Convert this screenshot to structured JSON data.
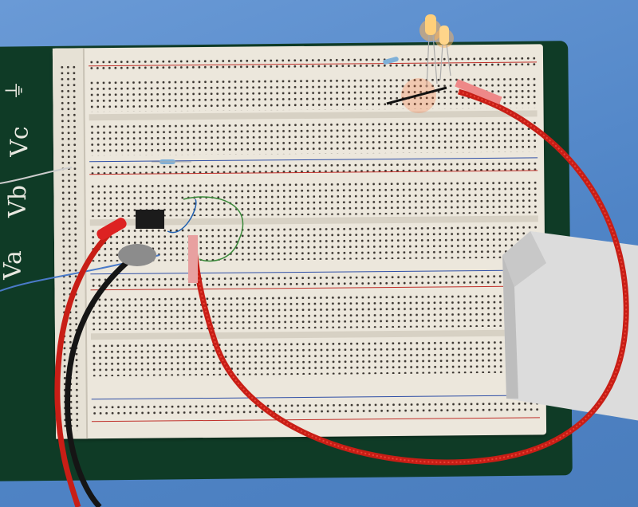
{
  "board_labels": {
    "vc": "Vc",
    "vb": "Vb",
    "va": "Va"
  },
  "colors": {
    "background": "#5b8fcf",
    "board": "#0f3b26",
    "breadboard": "#ece7dc",
    "coil_wire": "#d4251c",
    "led_glow": "#ff9a3c"
  },
  "icons": [
    "ground-symbol-icon"
  ]
}
